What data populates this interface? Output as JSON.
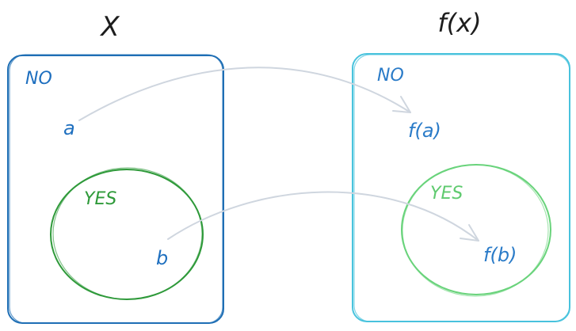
{
  "title_left": "X",
  "title_right": "f(x)",
  "left_set": {
    "outer_label": "NO",
    "inner_label": "YES",
    "element_a": "a",
    "element_b": "b"
  },
  "right_set": {
    "outer_label": "NO",
    "inner_label": "YES",
    "element_fa": "f(a)",
    "element_fb": "f(b)"
  },
  "colors": {
    "left_box": "#1f6fb5",
    "right_box": "#49c3dd",
    "left_circle": "#2f9a3a",
    "right_circle": "#69d37b",
    "left_text": "#1e6fbf",
    "right_text": "#2a7bc8",
    "green_text": "#2f9a3a",
    "green_text_right": "#5fca6f",
    "arrow": "#cfd6df",
    "title": "#1d1d1d"
  }
}
